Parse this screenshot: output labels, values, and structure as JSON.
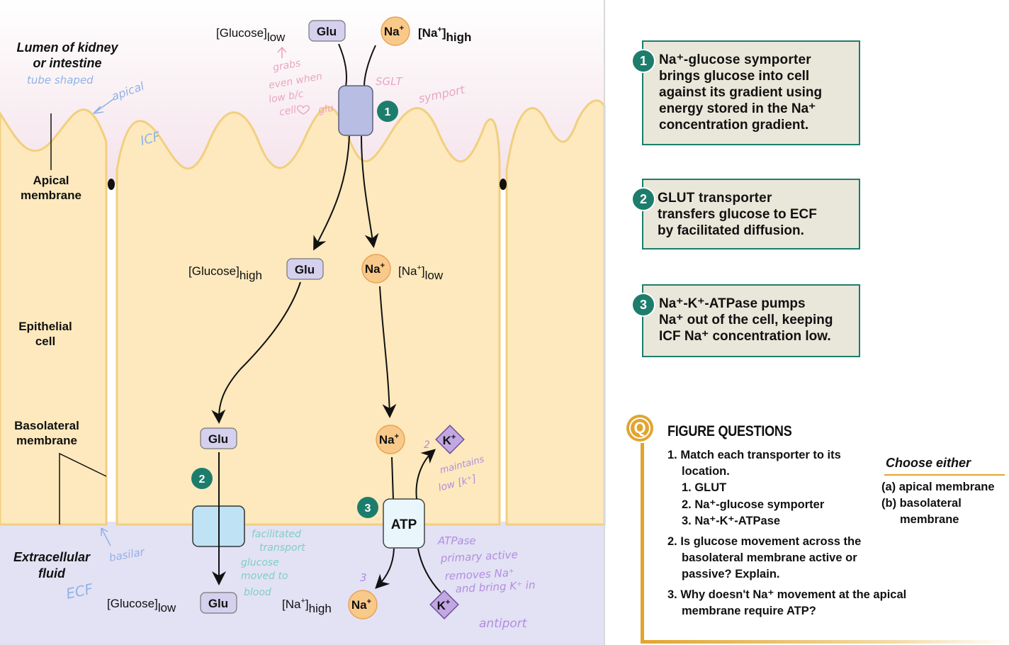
{
  "labels": {
    "lumen_line1": "Lumen of kidney",
    "lumen_line2": "or intestine",
    "apical_line1": "Apical",
    "apical_line2": "membrane",
    "epithelial_line1": "Epithelial",
    "epithelial_line2": "cell",
    "basolateral_line1": "Basolateral",
    "basolateral_line2": "membrane",
    "ecf_line1": "Extracellular",
    "ecf_line2": "fluid",
    "glu": "Glu",
    "na": "Na",
    "k": "K",
    "plus": "+",
    "atp": "ATP",
    "glucose_low": "[Glucose]",
    "glucose_high": "[Glucose]",
    "na_bracket": "[Na",
    "sub_low": "low",
    "sub_high": "high"
  },
  "handwritten": {
    "tube_shaped": "tube  shaped",
    "apical": "apical",
    "icf": "ICF",
    "grabs": [
      "grabs",
      "even when",
      "low b/c",
      "cell",
      "glu"
    ],
    "sglt": "SGLT",
    "symport": "symport",
    "two": "2",
    "maintains": [
      "maintains",
      "low [k⁺]"
    ],
    "facilitated": [
      "facilitated",
      "transport"
    ],
    "glucose_moved": [
      "glucose",
      "moved to",
      "blood"
    ],
    "atpase": [
      "ATPase",
      "primary  active",
      "removes  Na⁺",
      "and  bring  K⁺  in"
    ],
    "three": "3",
    "antiport": "antiport",
    "basilar": "basilar",
    "ecf": "ECF"
  },
  "callouts": [
    {
      "number": "1",
      "lines": [
        "Na⁺-glucose symporter",
        "brings glucose into cell",
        "against its gradient using",
        "energy stored in the Na⁺",
        "concentration gradient."
      ]
    },
    {
      "number": "2",
      "lines": [
        "GLUT transporter",
        "transfers glucose to ECF",
        "by facilitated diffusion."
      ]
    },
    {
      "number": "3",
      "lines": [
        "Na⁺-K⁺-ATPase pumps",
        "Na⁺ out of the cell, keeping",
        "ICF Na⁺ concentration low."
      ]
    }
  ],
  "badges": {
    "one": "1",
    "two": "2",
    "three": "3"
  },
  "figure_questions": {
    "q_badge": "Q",
    "title": "FIGURE QUESTIONS",
    "lines": [
      "1. Match each transporter to its",
      "location.",
      "1. GLUT",
      "2. Na⁺-glucose symporter",
      "3. Na⁺-K⁺-ATPase",
      "2. Is glucose movement across the",
      "basolateral membrane active or",
      "passive? Explain.",
      "3. Why doesn't Na⁺ movement at the apical",
      "membrane require ATP?"
    ],
    "choose_title": "Choose either",
    "options": [
      "(a) apical membrane",
      "(b) basolateral",
      "membrane"
    ]
  },
  "colors": {
    "cell": "#fde9bd",
    "cell_edge": "#f2cf7f",
    "lumen_top": "#ffffff",
    "lumen_bottom": "#f6e6ee",
    "ecf": "#e3e1f4",
    "glu_fill": "#d4d0ee",
    "na_fill": "#f9c98a",
    "k_fill": "#c3a7e3",
    "sglt": "#b7bde3",
    "glut": "#bfe2f5",
    "atpase": "#e9f6fc",
    "teal": "#1d7d6c",
    "callout_bg": "#e9e7d9",
    "question_gold": "#e2a42f"
  }
}
